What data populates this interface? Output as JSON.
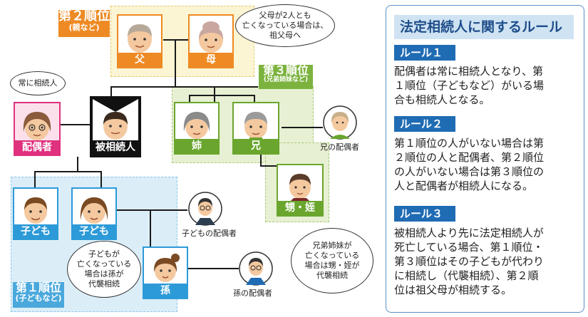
{
  "tiers": {
    "second": {
      "rank": "第２順位",
      "sub": "(親など)",
      "bg": "#fbf5d4",
      "badge": "#ee8a23"
    },
    "third": {
      "rank": "第３順位",
      "sub": "(兄弟姉妹など)",
      "bg": "#e7f0d2",
      "badge": "#7cb33f"
    },
    "first": {
      "rank": "第１順位",
      "sub": "(子どもなど)",
      "bg": "#dbeef8",
      "badge": "#4aa8dc"
    }
  },
  "persons": {
    "father": "父",
    "mother": "母",
    "spouse": "配偶者",
    "deceased": "被相続人",
    "sister": "姉",
    "brother": "兄",
    "nephew": "甥・姪",
    "child1": "子ども",
    "child2": "子ども",
    "grandchild": "孫"
  },
  "captions": {
    "brother_spouse": "兄の配偶者",
    "child_spouse": "子どもの配偶者",
    "grandchild_spouse": "孫の配偶者"
  },
  "bubbles": {
    "spouse_always": "常に相続人",
    "parents_dead": [
      "父母が2人とも",
      "亡くなっている場合は、",
      "祖父母へ"
    ],
    "child_dead": [
      "子どもが",
      "亡くなっている",
      "場合は孫が",
      "代襲相続"
    ],
    "siblings_dead": [
      "兄弟姉妹が",
      "亡くなっている",
      "場合は甥・姪が",
      "代襲相続"
    ]
  },
  "panel": {
    "title": "法定相続人に関するルール",
    "rules": [
      {
        "head": "ルール１",
        "lines": [
          "配偶者は常に相続人となり、第",
          "１順位（子どもなど）がいる場",
          "合も相続人となる。"
        ]
      },
      {
        "head": "ルール２",
        "lines": [
          "第１順位の人がいない場合は第",
          "２順位の人と配偶者、第２順位",
          "の人がいない場合は第３順位の",
          "人と配偶者が相続人になる。"
        ]
      },
      {
        "head": "ルール３",
        "lines": [
          "被相続人より先に法定相続人が",
          "死亡している場合、第１順位・",
          "第３順位はその子どもが代わり",
          "に相続し（代襲相続）、第２順",
          "位は祖父母が相続する。"
        ]
      }
    ]
  },
  "colors": {
    "orange_label": "#ee8a23",
    "pink_label": "#e0317e",
    "green_label": "#6aa62e",
    "blue_label": "#2d9ad8",
    "deceased_label": "#111111",
    "accent": "#1f6bb4"
  }
}
